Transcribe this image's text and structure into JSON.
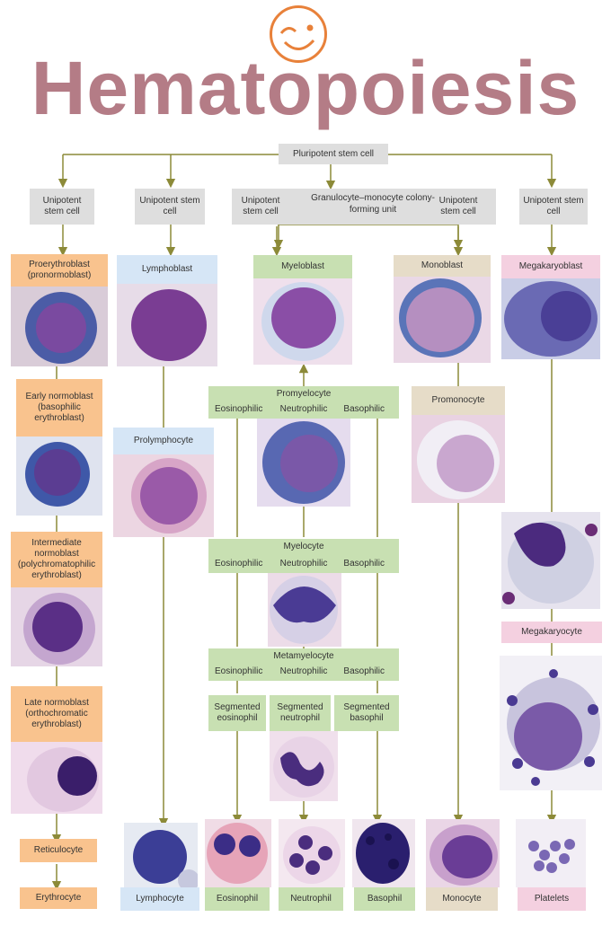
{
  "title": "Hematopoiesis",
  "colors": {
    "title": "#b47c86",
    "logo": "#e8813a",
    "connector": "#8c8a38",
    "stem": "#dedede",
    "erythroid": "#f9c38e",
    "lymphoid": "#d6e6f6",
    "granulocytic": "#c8e0b2",
    "monocytic": "#e6dcc8",
    "megakaryocytic": "#f4d0e0"
  },
  "stem": {
    "pluripotent": "Pluripotent stem cell",
    "unipotent_1": "Unipotent stem cell",
    "unipotent_2": "Unipotent stem cell",
    "unipotent_3": "Unipotent stem cell",
    "gm_cfu": "Granulocyte–monocyte colony-forming unit",
    "unipotent_4": "Unipotent stem cell",
    "unipotent_5": "Unipotent stem cell"
  },
  "erythroid": {
    "proerythroblast": "Proerythroblast (pronormoblast)",
    "early": "Early normoblast (basophilic erythroblast)",
    "intermediate": "Intermediate normoblast (polychromatophilic erythroblast)",
    "late": "Late normoblast (orthochromatic erythroblast)",
    "reticulocyte": "Reticulocyte",
    "erythrocyte": "Erythrocyte"
  },
  "lymphoid": {
    "lymphoblast": "Lymphoblast",
    "prolymphocyte": "Prolymphocyte",
    "lymphocyte": "Lymphocyte"
  },
  "granulocytic": {
    "myeloblast": "Myeloblast",
    "promyelocyte": {
      "title": "Promyelocyte",
      "left": "Eosinophilic",
      "mid": "Neutrophilic",
      "right": "Basophilic"
    },
    "myelocyte": {
      "title": "Myelocyte",
      "left": "Eosinophilic",
      "mid": "Neutrophilic",
      "right": "Basophilic"
    },
    "metamyelocyte": {
      "title": "Metamyelocyte",
      "left": "Eosinophilic",
      "mid": "Neutrophilic",
      "right": "Basophilic"
    },
    "segmented_eosinophil": "Segmented eosinophil",
    "segmented_neutrophil": "Segmented neutrophil",
    "segmented_basophil": "Segmented basophil",
    "eosinophil": "Eosinophil",
    "neutrophil": "Neutrophil",
    "basophil": "Basophil"
  },
  "monocytic": {
    "monoblast": "Monoblast",
    "promonocyte": "Promonocyte",
    "monocyte": "Monocyte"
  },
  "megakaryocytic": {
    "megakaryoblast": "Megakaryoblast",
    "megakaryocyte": "Megakaryocyte",
    "platelets": "Platelets"
  }
}
